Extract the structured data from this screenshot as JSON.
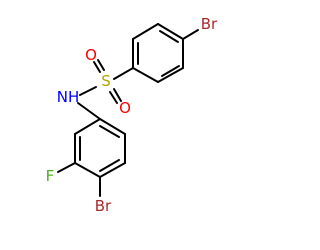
{
  "molecule": {
    "atoms": {
      "br_top": "Br",
      "sulfur": "S",
      "oxygen_top": "O",
      "oxygen_bottom": "O",
      "nh": "NH",
      "fluorine": "F",
      "br_bottom": "Br"
    }
  },
  "colors": {
    "bond": "#000000",
    "bromine": "#a52a2a",
    "sulfur": "#b8a000",
    "oxygen": "#ff0000",
    "nitrogen": "#0000ff",
    "fluorine": "#4caf1f"
  }
}
